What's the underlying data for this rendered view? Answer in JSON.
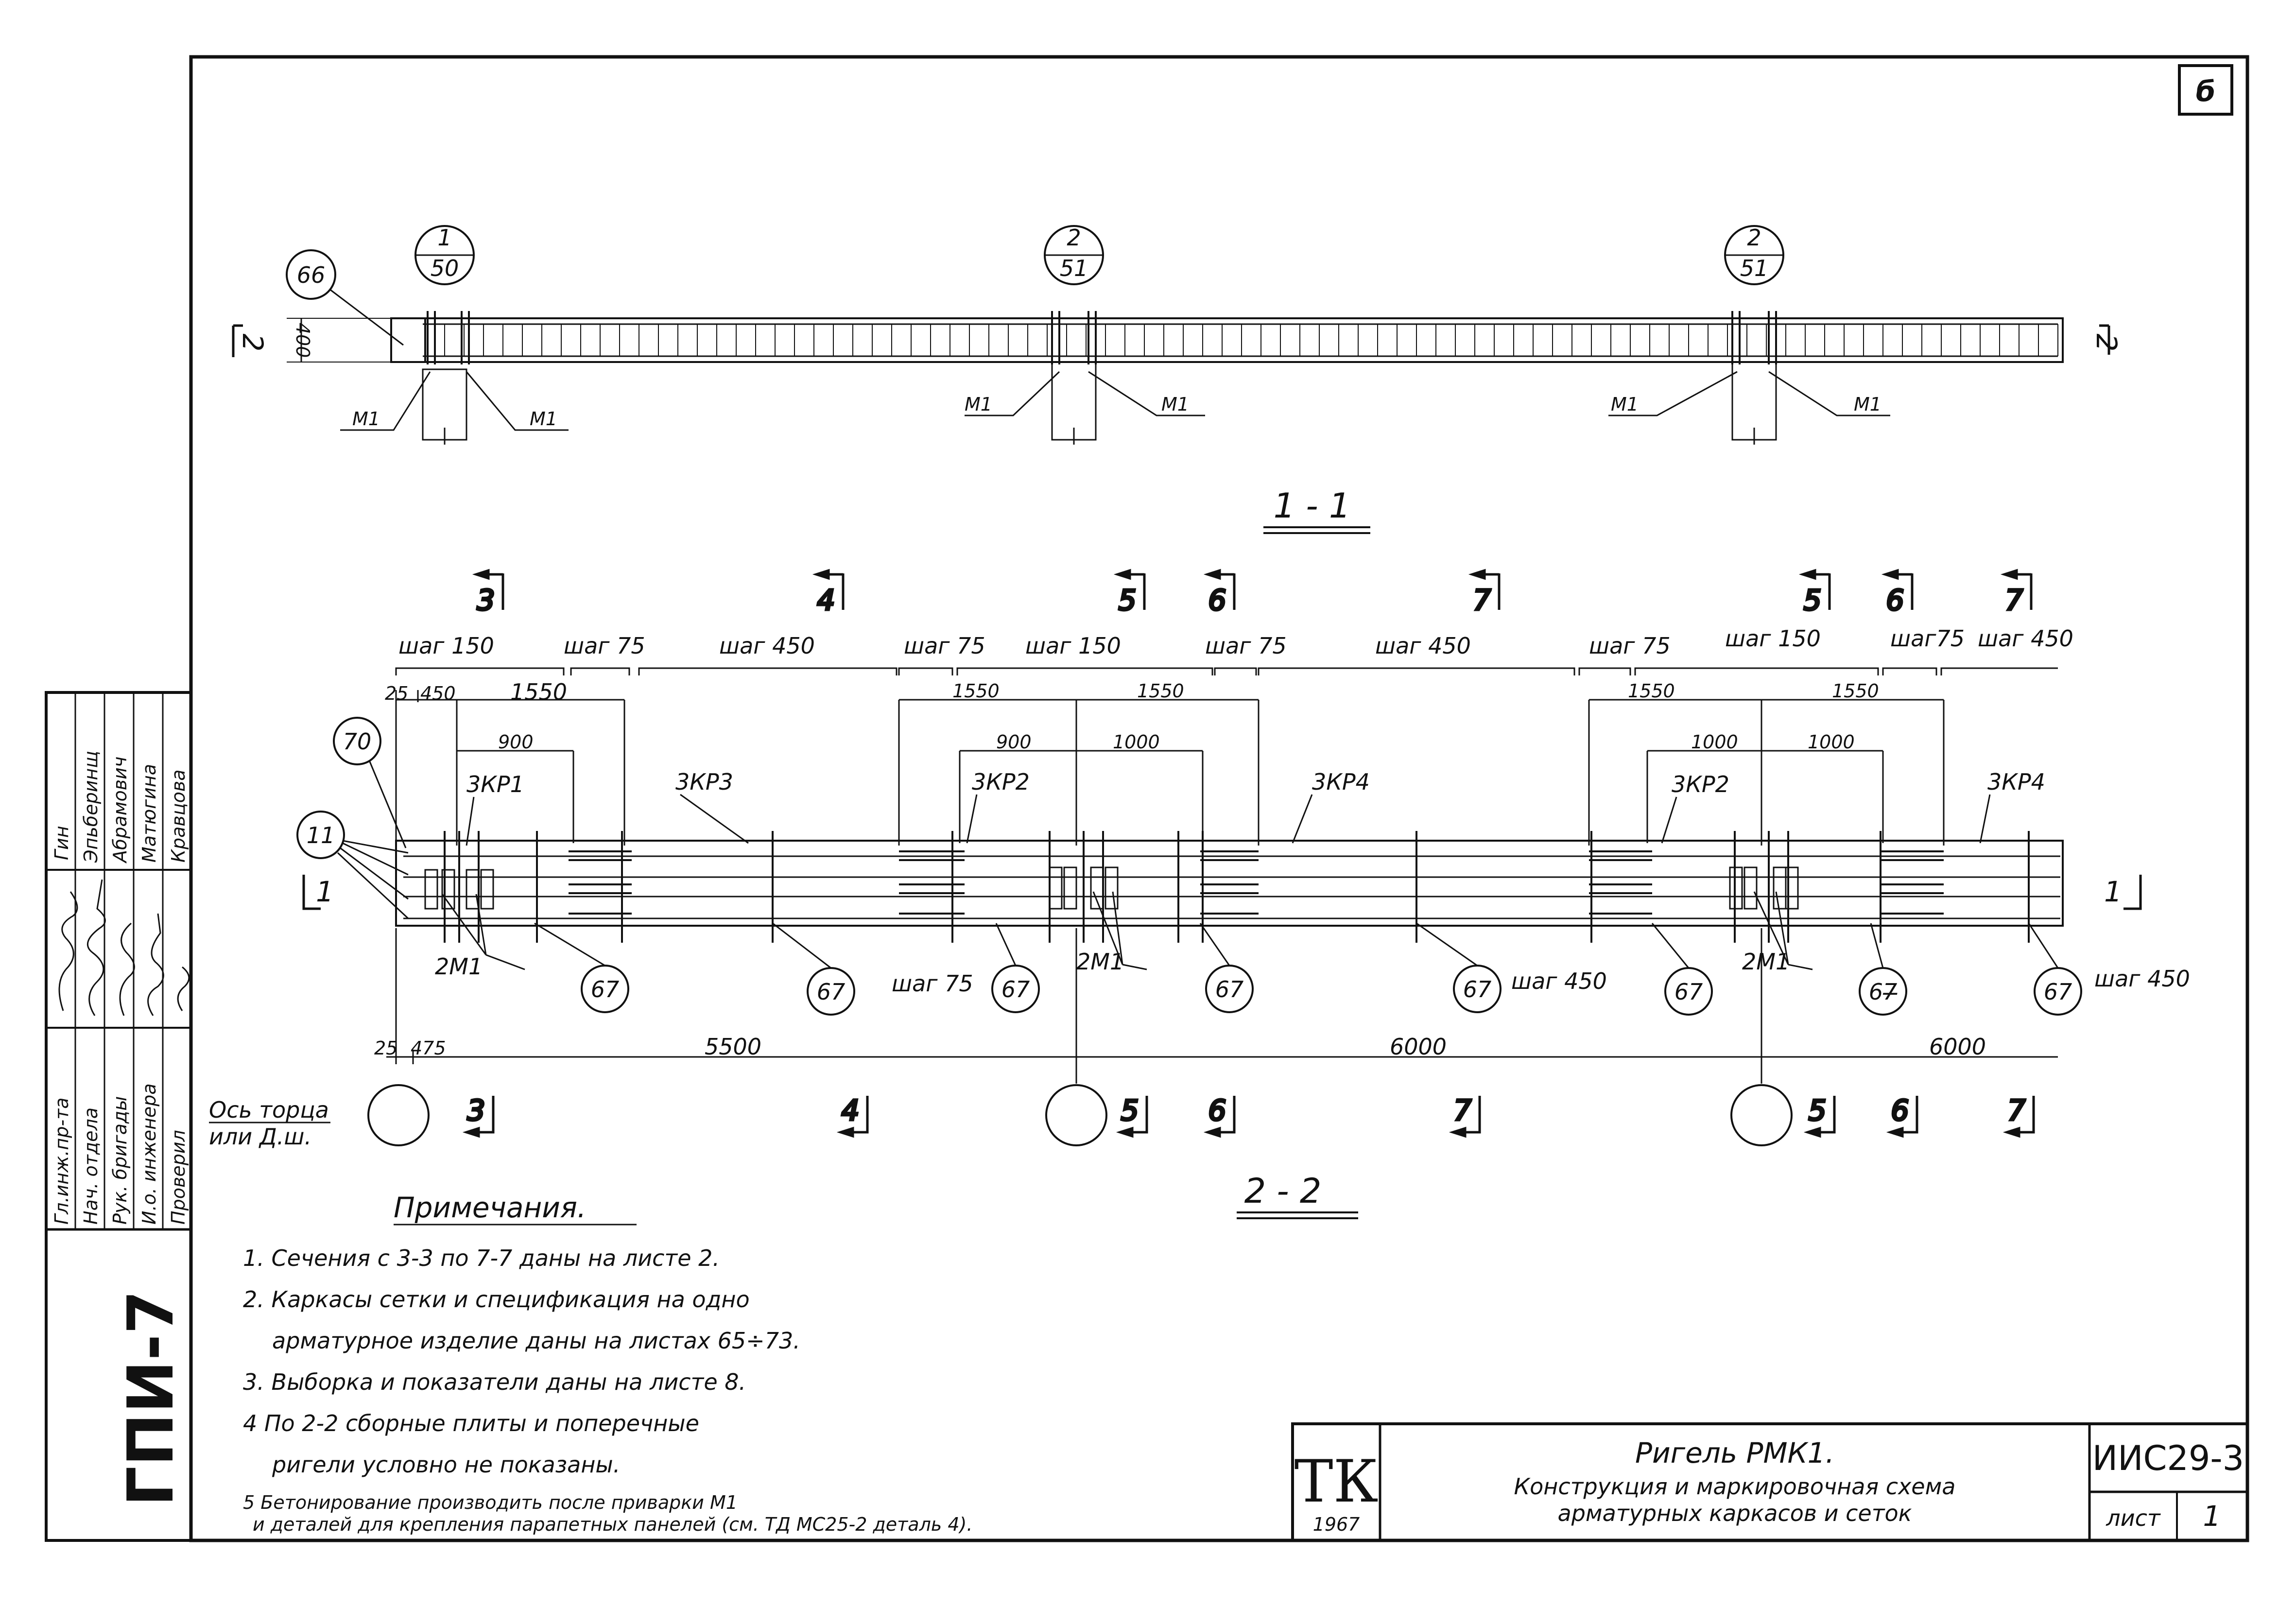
{
  "sheet_code": "б",
  "section_1_1": {
    "title": "1 - 1",
    "height_label": "400",
    "cut_label_left": "2",
    "cut_label_right": "2",
    "mark_66": "66",
    "callouts": [
      {
        "top": "1",
        "bottom": "50"
      },
      {
        "top": "2",
        "bottom": "51"
      },
      {
        "top": "2",
        "bottom": "51"
      }
    ],
    "m1": "М1"
  },
  "section_2_2": {
    "title": "2 - 2",
    "cut_numbers_top": [
      "3",
      "4",
      "5",
      "6",
      "7",
      "5",
      "6",
      "7"
    ],
    "steps": [
      "шаг 150",
      "шаг 75",
      "шаг 450",
      "шаг 75",
      "шаг 150",
      "шаг 75",
      "шаг 450",
      "шаг 75",
      "шаг 150",
      "шаг75",
      "шаг 450"
    ],
    "dims_top": {
      "d25": "25",
      "d450": "450",
      "d1550": "1550",
      "d900": "900",
      "d1000": "1000"
    },
    "frames": [
      "3КР1",
      "3КР3",
      "3КР2",
      "3КР4",
      "3КР2",
      "3КР4"
    ],
    "mark_70": "70",
    "mark_11": "11",
    "mark_67": "67",
    "mark_67b": "67̶",
    "two_m1": "2М1",
    "step75": "шаг 75",
    "step450": "шаг 450",
    "cut_label_left": "1",
    "cut_label_right": "1",
    "dims_bottom": {
      "d25": "25",
      "d475": "475",
      "d5500": "5500",
      "d6000": "6000"
    },
    "axis_label_line1": "Ось торца",
    "axis_label_line2": "или Д.ш.",
    "cut_numbers_bottom": [
      "3",
      "4",
      "5",
      "6",
      "7",
      "5",
      "6",
      "7"
    ]
  },
  "notes": {
    "title": "Примечания.",
    "items": [
      "1. Сечения с 3-3 по 7-7 даны на листе 2.",
      "2. Каркасы сетки и спецификация на одно",
      "арматурное изделие даны на листах 65÷73.",
      "3. Выборка и показатели даны на листе 8.",
      "4 По 2-2 сборные плиты и поперечные",
      "ригели условно не показаны.",
      "5 Бетонирование производить после приварки М1",
      "и деталей для крепления парапетных панелей (см. ТД МС25-2 деталь 4)."
    ]
  },
  "title_block": {
    "logo": "ТК",
    "year": "1967",
    "title": "Ригель РМК1.",
    "subtitle1": "Конструкция и маркировочная схема",
    "subtitle2": "арматурных каркасов и сеток",
    "doc_code": "ИИС29-3",
    "sheet_label": "лист",
    "sheet_number": "1"
  },
  "side_stamp": {
    "org": "ГПИ-7",
    "roles": [
      "Гл.инж.пр-та",
      "Нач. отдела",
      "Рук. бригады",
      "И.о. инженера",
      "Проверил"
    ],
    "names": [
      "Гин",
      "Эпьберинщ",
      "Абрамович",
      "Матюгина",
      "Кравцова"
    ]
  }
}
